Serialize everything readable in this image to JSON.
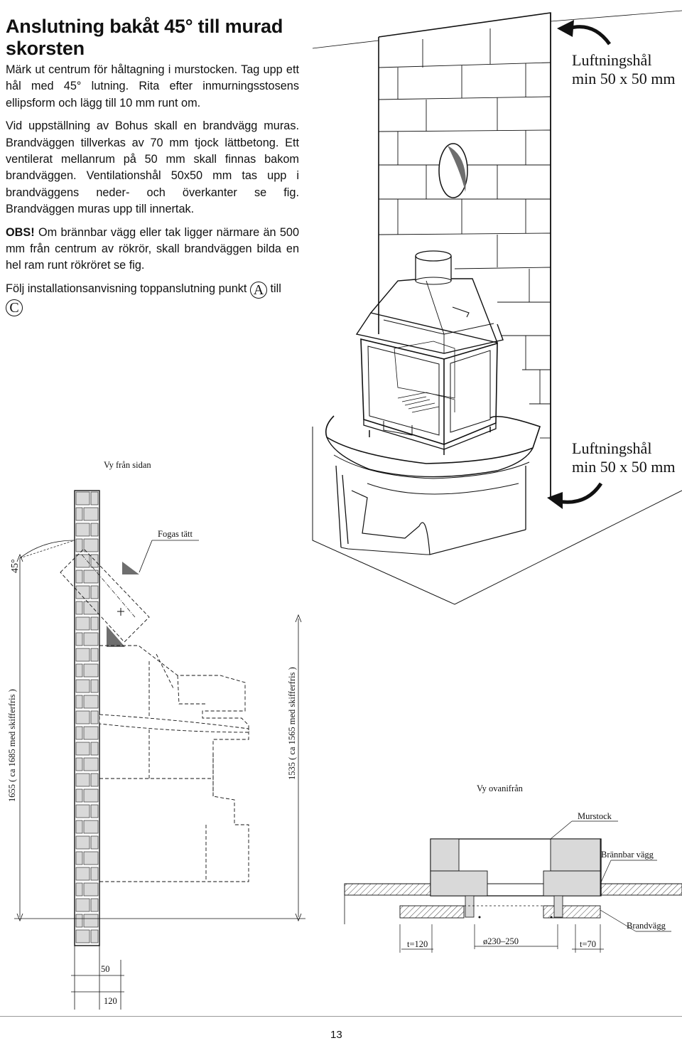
{
  "heading": {
    "title": "Anslutning bakåt 45° till murad skorsten"
  },
  "paragraphs": {
    "p1": "Märk ut centrum för håltagning i murstocken. Tag upp ett hål med 45° lutning. Rita efter inmurningsstosens ellipsform och lägg till 10 mm runt om.",
    "p2": "Vid uppställning av Bohus skall en brandvägg muras. Brandväggen tillverkas av 70 mm tjock lättbetong. Ett ventilerat mellanrum på 50 mm skall finnas bakom brandväggen. Ventilationshål 50x50 mm tas upp i brandväggens neder- och överkanter se fig. Brandväggen muras upp till innertak.",
    "p3_obs": "OBS!",
    "p3_text": " Om brännbar vägg eller tak ligger närmare än 500 mm från centrum av rökrör, skall brandväggen bilda en hel ram runt rökröret se fig.",
    "p4_text": "Följ installationsanvisning toppanslutning punkt",
    "p4_letter_a": "A",
    "p4_till": "till",
    "p4_letter_c": "C"
  },
  "figure_labels": {
    "vent_top_line1": "Luftningshål",
    "vent_top_line2": "min 50 x 50 mm",
    "vent_bottom_line1": "Luftningshål",
    "vent_bottom_line2": "min 50 x 50 mm",
    "side_view": "Vy från sidan",
    "sealed": "Fogas tätt",
    "angle": "45°",
    "height_left": "1655 ( ca 1685 med skifferfris )",
    "height_right": "1535 ( ca 1565 med skifferfris )",
    "top_view": "Vy ovanifrån",
    "chimney": "Murstock",
    "combustible_wall": "Brännbar vägg",
    "fire_wall": "Brandvägg",
    "t120": "t=120",
    "diameter": "ø230–250",
    "t70": "t=70",
    "dim_50": "50",
    "dim_120": "120"
  },
  "footer": {
    "page_number": "13"
  },
  "colors": {
    "ink": "#111111",
    "hatch_grey": "#d9d9d9",
    "dark_grey": "#6e6e6e"
  }
}
